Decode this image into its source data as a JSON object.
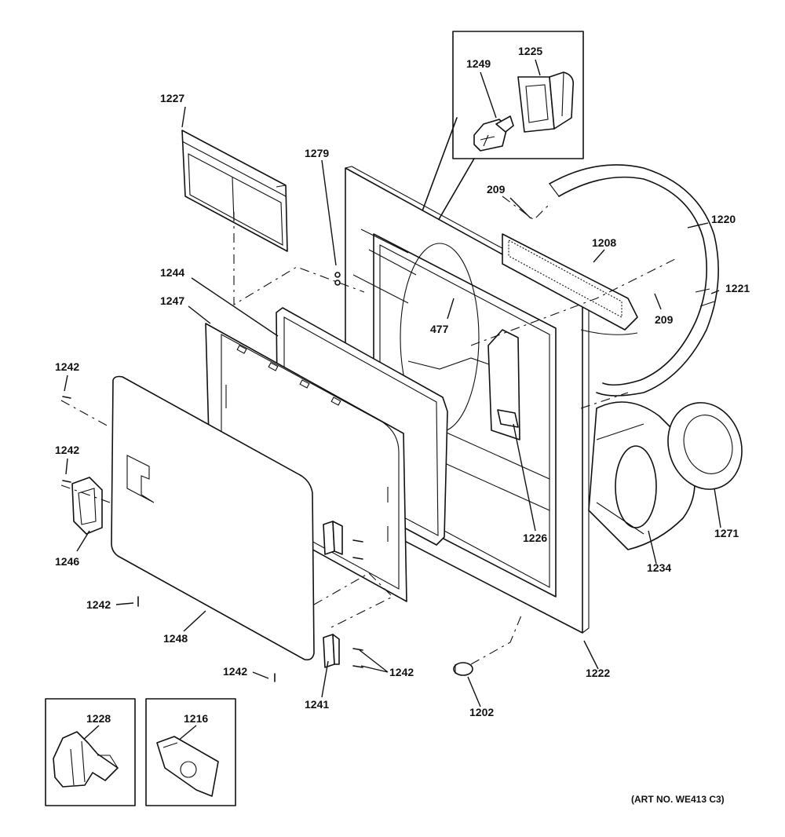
{
  "parts": {
    "p1227": "1227",
    "p1279": "1279",
    "p1249": "1249",
    "p1225": "1225",
    "p209a": "209",
    "p1220": "1220",
    "p1208": "1208",
    "p1221": "1221",
    "p209b": "209",
    "p477": "477",
    "p1244": "1244",
    "p1247": "1247",
    "p1242a": "1242",
    "p1242b": "1242",
    "p1246": "1246",
    "p1242c": "1242",
    "p1248": "1248",
    "p1242d": "1242",
    "p1241": "1241",
    "p1242e": "1242",
    "p1226": "1226",
    "p1234": "1234",
    "p1271": "1271",
    "p1222": "1222",
    "p1202": "1202",
    "p1228": "1228",
    "p1216": "1216"
  },
  "art_number": "(ART NO. WE413 C3)"
}
